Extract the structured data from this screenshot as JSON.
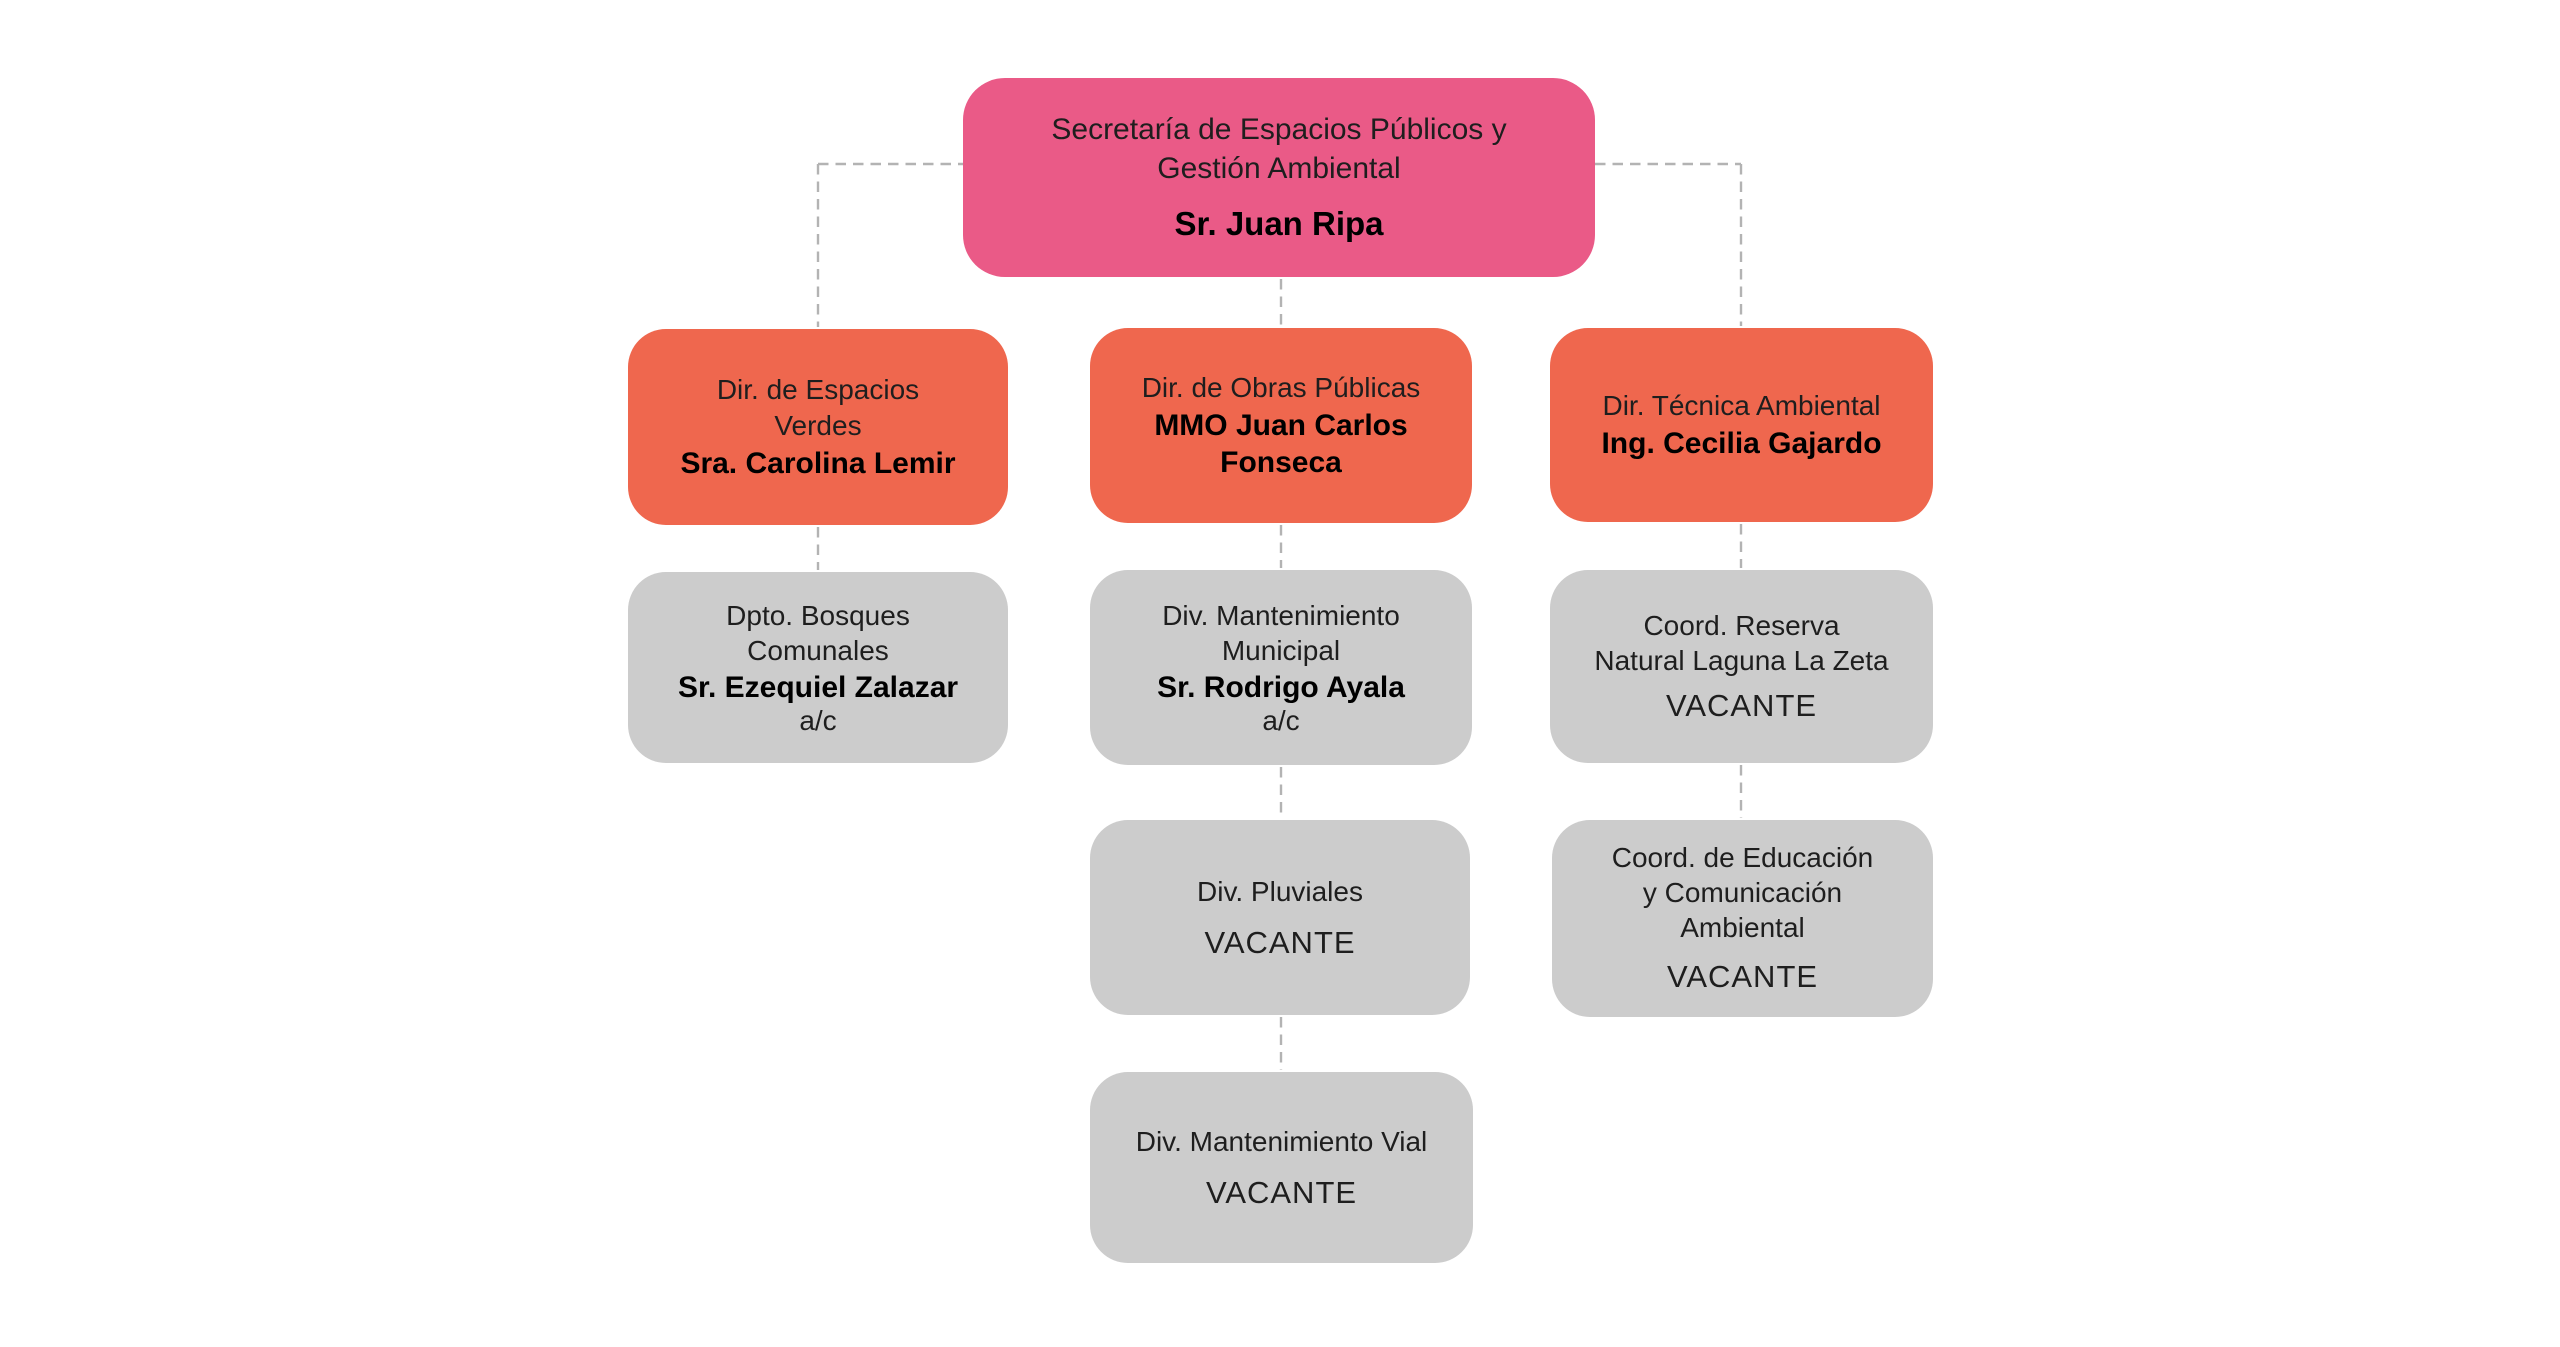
{
  "palette": {
    "background": "#FFFFFF",
    "root_box": "#EA5A87",
    "director_box": "#EF674E",
    "unit_box": "#CCCCCC",
    "connector": "#B3B3B3",
    "title_text": "#1E1E1E",
    "name_text": "#000000"
  },
  "org_chart": {
    "nodes": {
      "secretaria": {
        "title_lines": [
          "Secretaría de Espacios Públicos y",
          "Gestión Ambiental"
        ],
        "holder_lines": [
          "Sr. Juan Ripa"
        ]
      },
      "espacios_verdes": {
        "title_lines": [
          "Dir. de Espacios",
          "Verdes"
        ],
        "holder_lines": [
          "Sra. Carolina Lemir"
        ]
      },
      "obras_publicas": {
        "title_lines": [
          "Dir. de Obras Públicas"
        ],
        "holder_lines": [
          "MMO Juan Carlos",
          "Fonseca"
        ]
      },
      "tecnica_ambiental": {
        "title_lines": [
          "Dir. Técnica Ambiental"
        ],
        "holder_lines": [
          "Ing. Cecilia Gajardo"
        ]
      },
      "bosques_comunales": {
        "title_lines": [
          "Dpto. Bosques",
          "Comunales"
        ],
        "holder_lines": [
          "Sr. Ezequiel Zalazar"
        ],
        "note": "a/c"
      },
      "mantenimiento_municipal": {
        "title_lines": [
          "Div. Mantenimiento",
          "Municipal"
        ],
        "holder_lines": [
          "Sr. Rodrigo Ayala"
        ],
        "note": "a/c"
      },
      "reserva_laguna_la_zeta": {
        "title_lines": [
          "Coord. Reserva",
          "Natural Laguna La Zeta"
        ],
        "status": "VACANTE"
      },
      "pluviales": {
        "title_lines": [
          "Div. Pluviales"
        ],
        "status": "VACANTE"
      },
      "educacion_comunicacion": {
        "title_lines": [
          "Coord. de Educación",
          "y Comunicación",
          "Ambiental"
        ],
        "status": "VACANTE"
      },
      "mantenimiento_vial": {
        "title_lines": [
          "Div. Mantenimiento Vial"
        ],
        "status": "VACANTE"
      }
    }
  }
}
